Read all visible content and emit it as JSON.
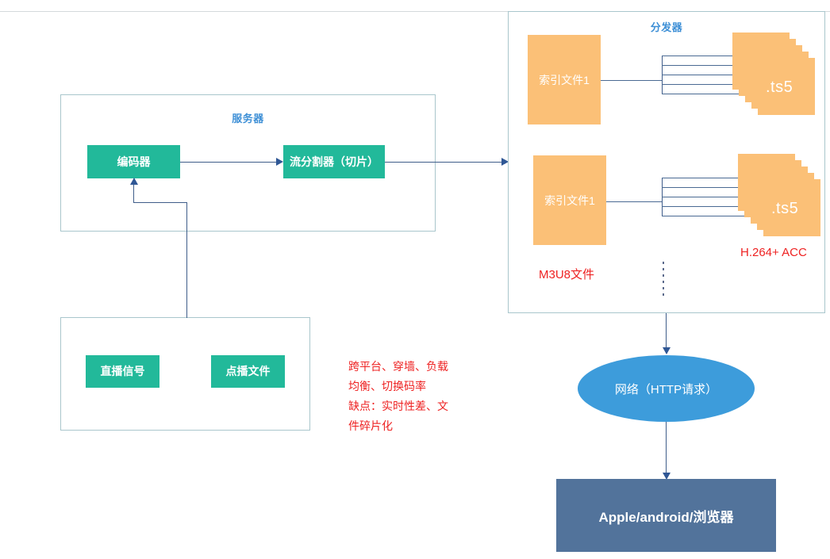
{
  "diagram": {
    "title_server": "服务器",
    "title_distributor": "分发器",
    "server": {
      "encoder": "编码器",
      "segmenter": "流分割器（切片）"
    },
    "sources": {
      "live_signal": "直播信号",
      "vod_file": "点播文件"
    },
    "notes": {
      "advantages": "跨平台、穿墙、负载\n均衡、切换码率",
      "disadvantages": "缺点：实时性差、文\n件碎片化"
    },
    "distributor": {
      "index_file_1": "索引文件1",
      "index_file_2": "索引文件1",
      "ts_label_1": ".ts5",
      "ts_label_2": ".ts5",
      "codec_label": "H.264+ ACC",
      "playlist_label": "M3U8文件",
      "ellipsis": "⋮"
    },
    "network": "网络（HTTP请求）",
    "clients": "Apple/android/浏览器",
    "colors": {
      "green": "#22b99a",
      "orange": "#fbc077",
      "blue_ellipse": "#3d9cdb",
      "slate": "#52739b",
      "panel_border": "#a9c6cc",
      "title_blue": "#3d8fd6",
      "note_red": "#ee2222",
      "connector": "#3f5d8a"
    }
  }
}
